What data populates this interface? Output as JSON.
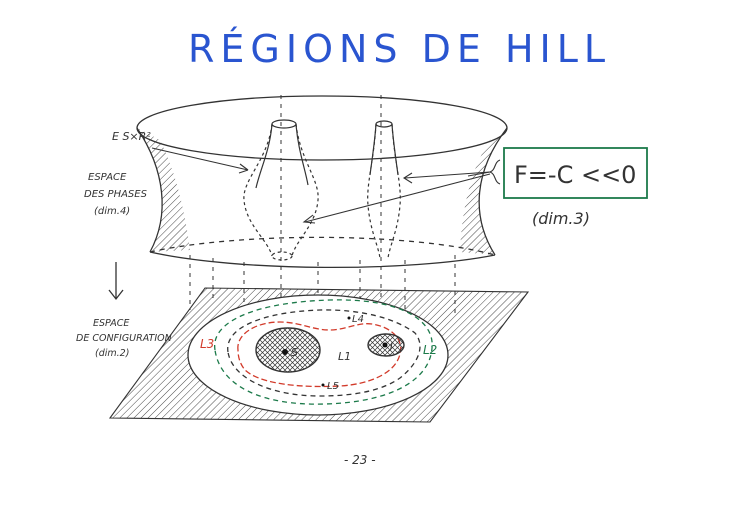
{
  "title": "RÉGIONS DE HILL",
  "labels": {
    "s_r2": "E S×R²",
    "phase_space": [
      "ESPACE",
      "DES PHASES",
      "(dim.4)"
    ],
    "config_space": [
      "ESPACE",
      "DE CONFIGURATION",
      "(dim.2)"
    ],
    "energy_box": "F=-C <<0",
    "box_dim": "(dim.3)",
    "page_number": "- 23 -"
  },
  "points": {
    "S": "S",
    "J": "J",
    "L1": "L1",
    "L2": "L2",
    "L3": "L3",
    "L4": "L4",
    "L5": "L5"
  },
  "colors": {
    "title": "#2a55d0",
    "ink": "#333333",
    "green": "#1c7a4a",
    "red": "#d23a2a",
    "box_border": "#1c7a4a"
  }
}
